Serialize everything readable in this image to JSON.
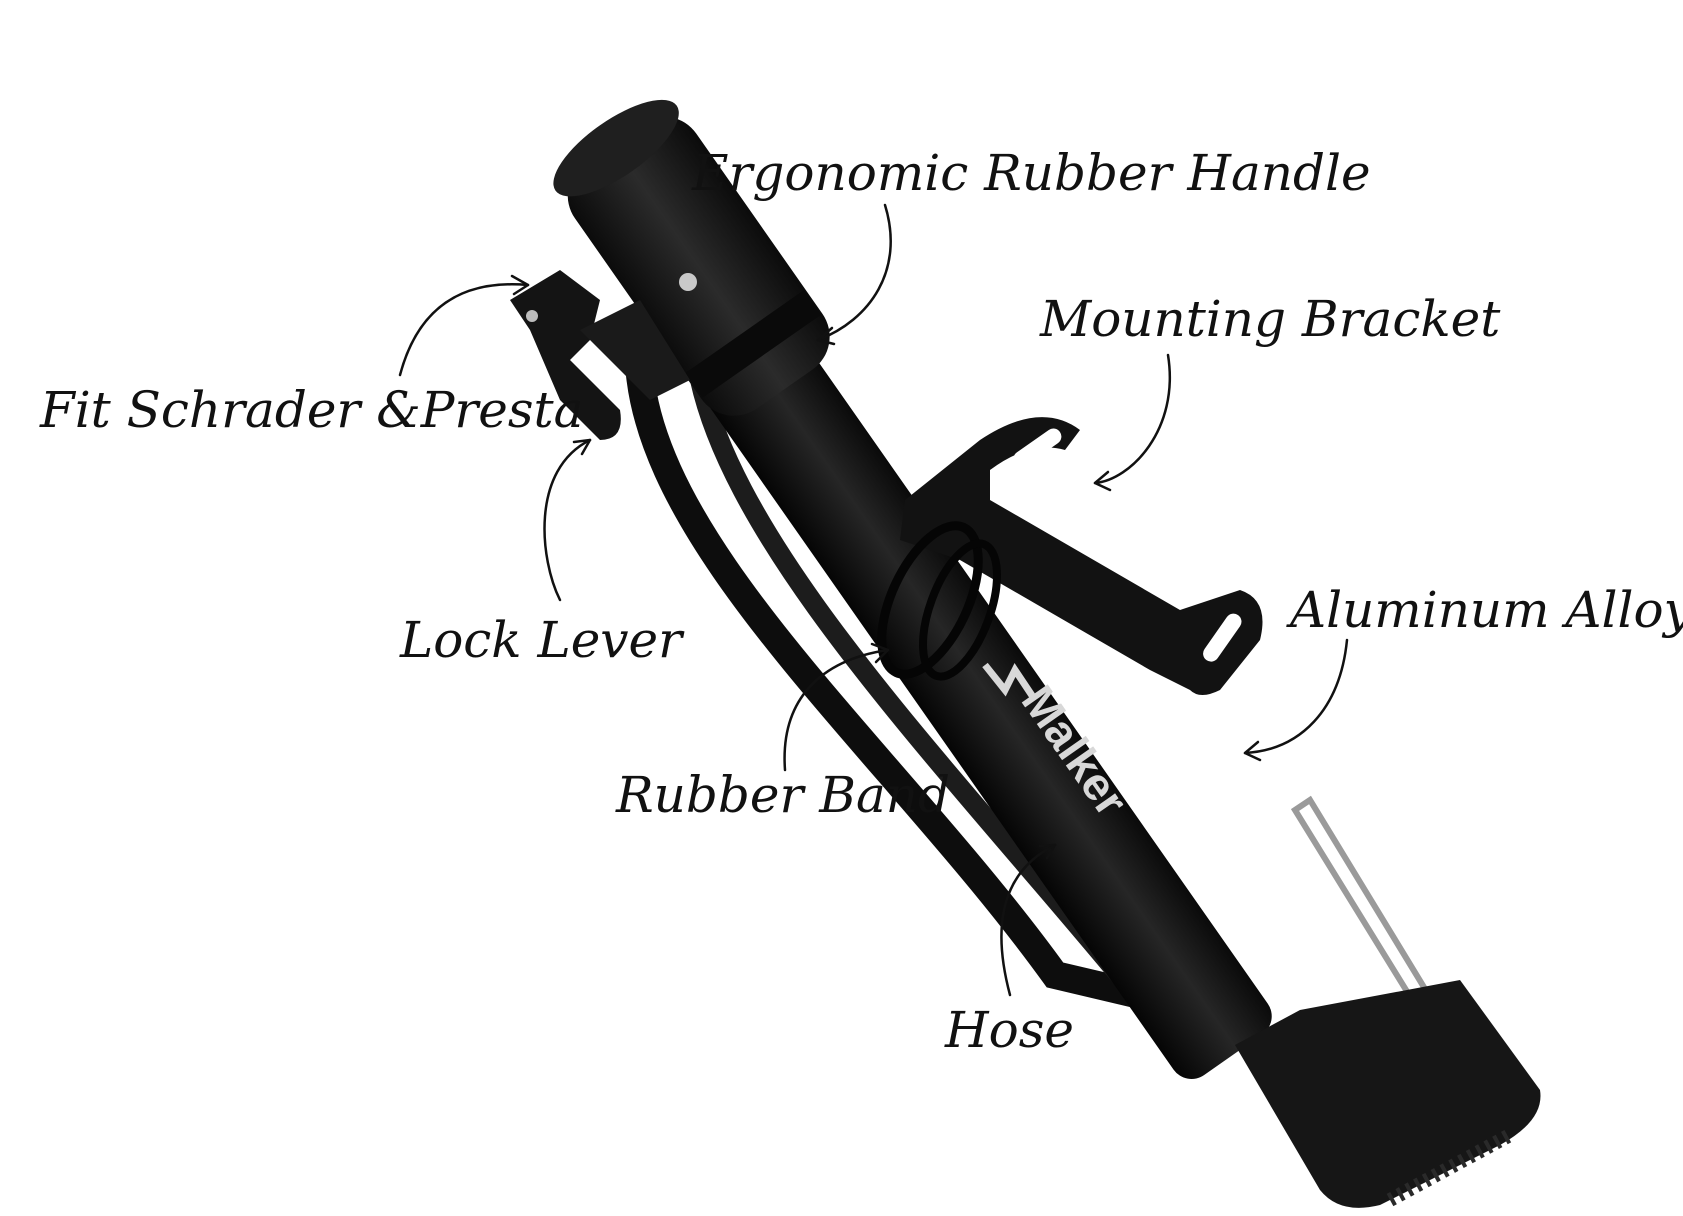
{
  "labels": {
    "handle": "Ergonomic Rubber Handle",
    "bracket": "Mounting Bracket",
    "valve": "Fit Schrader &Presta",
    "lever": "Lock Lever",
    "alloy": "Aluminum Alloy",
    "band": "Rubber Band",
    "hose": "Hose"
  },
  "brand": "Malker",
  "colors": {
    "background": "#ffffff",
    "pump_body": "#161616",
    "label_text": "#111111",
    "brand_text": "#d8d8d8"
  }
}
